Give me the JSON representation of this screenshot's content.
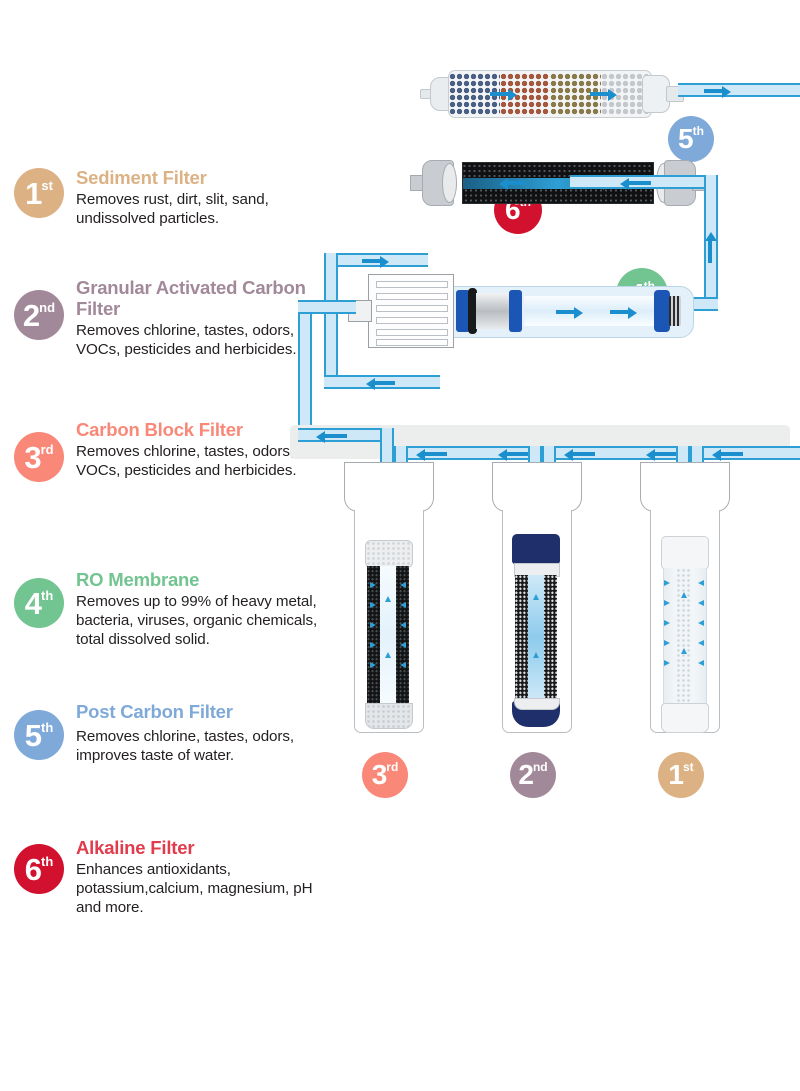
{
  "legend": {
    "items": [
      {
        "number": "1",
        "ordinal": "st",
        "title": "Sediment Filter",
        "description": "Removes rust, dirt, slit, sand, undissolved particles.",
        "color": "#dcb184",
        "icon": "badge-1st-icon"
      },
      {
        "number": "2",
        "ordinal": "nd",
        "title": "Granular Activated Carbon Filter",
        "description": "Removes chlorine, tastes, odors, VOCs, pesticides and herbicides.",
        "color": "#a2899a",
        "icon": "badge-2nd-icon"
      },
      {
        "number": "3",
        "ordinal": "rd",
        "title": "Carbon Block Filter",
        "description": "Removes chlorine, tastes, odors, VOCs, pesticides and herbicides.",
        "color": "#f98878",
        "icon": "badge-3rd-icon"
      },
      {
        "number": "4",
        "ordinal": "th",
        "title": "RO Membrane",
        "description": "Removes up to 99% of heavy metal, bacteria, viruses, organic chemicals, total dissolved solid.",
        "color": "#72c490",
        "icon": "badge-4th-icon"
      },
      {
        "number": "5",
        "ordinal": "th",
        "title": "Post Carbon Filter",
        "description": "Removes chlorine, tastes, odors, improves taste of water.",
        "color": "#7fa9d8",
        "icon": "badge-5th-icon"
      },
      {
        "number": "6",
        "ordinal": "th",
        "title": "Alkaline Filter",
        "description": "Enhances antioxidants, potassium,calcium, magnesium, pH and more.",
        "color": "#d2112e",
        "icon": "badge-6th-icon"
      }
    ]
  },
  "diagram": {
    "badges": [
      {
        "number": "6",
        "ordinal": "th",
        "color": "#d2112e",
        "stage": "alkaline-filter"
      },
      {
        "number": "5",
        "ordinal": "th",
        "color": "#7fa9d8",
        "stage": "post-carbon-filter"
      },
      {
        "number": "4",
        "ordinal": "th",
        "color": "#72c490",
        "stage": "ro-membrane"
      },
      {
        "number": "3",
        "ordinal": "rd",
        "color": "#f98878",
        "stage": "carbon-block-housing"
      },
      {
        "number": "2",
        "ordinal": "nd",
        "color": "#a2899a",
        "stage": "gac-housing"
      },
      {
        "number": "1",
        "ordinal": "st",
        "color": "#dcb184",
        "stage": "sediment-housing"
      }
    ],
    "stages": {
      "alkaline": {
        "name": "Alkaline Filter",
        "media_bands": [
          "#4a5f86",
          "#a4573c",
          "#8a7a4a",
          "#d8dade"
        ]
      },
      "post_carbon": {
        "name": "Post Carbon Filter",
        "media_color": "#101113"
      },
      "ro_membrane": {
        "name": "RO Membrane",
        "accent_color": "#1c56b5"
      },
      "carbon_block": {
        "name": "Carbon Block Filter",
        "cap_color": "#e8eaec",
        "media_color": "#131416"
      },
      "gac": {
        "name": "Granular Activated Carbon Filter",
        "cap_color": "#1f2f6b",
        "media_color": "#1a1b1d"
      },
      "sediment": {
        "name": "Sediment Filter",
        "cap_color": "#f4f6f7",
        "media_color": "#eef2f5"
      }
    },
    "water_pipe": {
      "fill": "#cfe8f7",
      "stroke": "#2e9fd4",
      "arrow": "#1b8fce"
    },
    "bracket_color": "#eceded"
  }
}
